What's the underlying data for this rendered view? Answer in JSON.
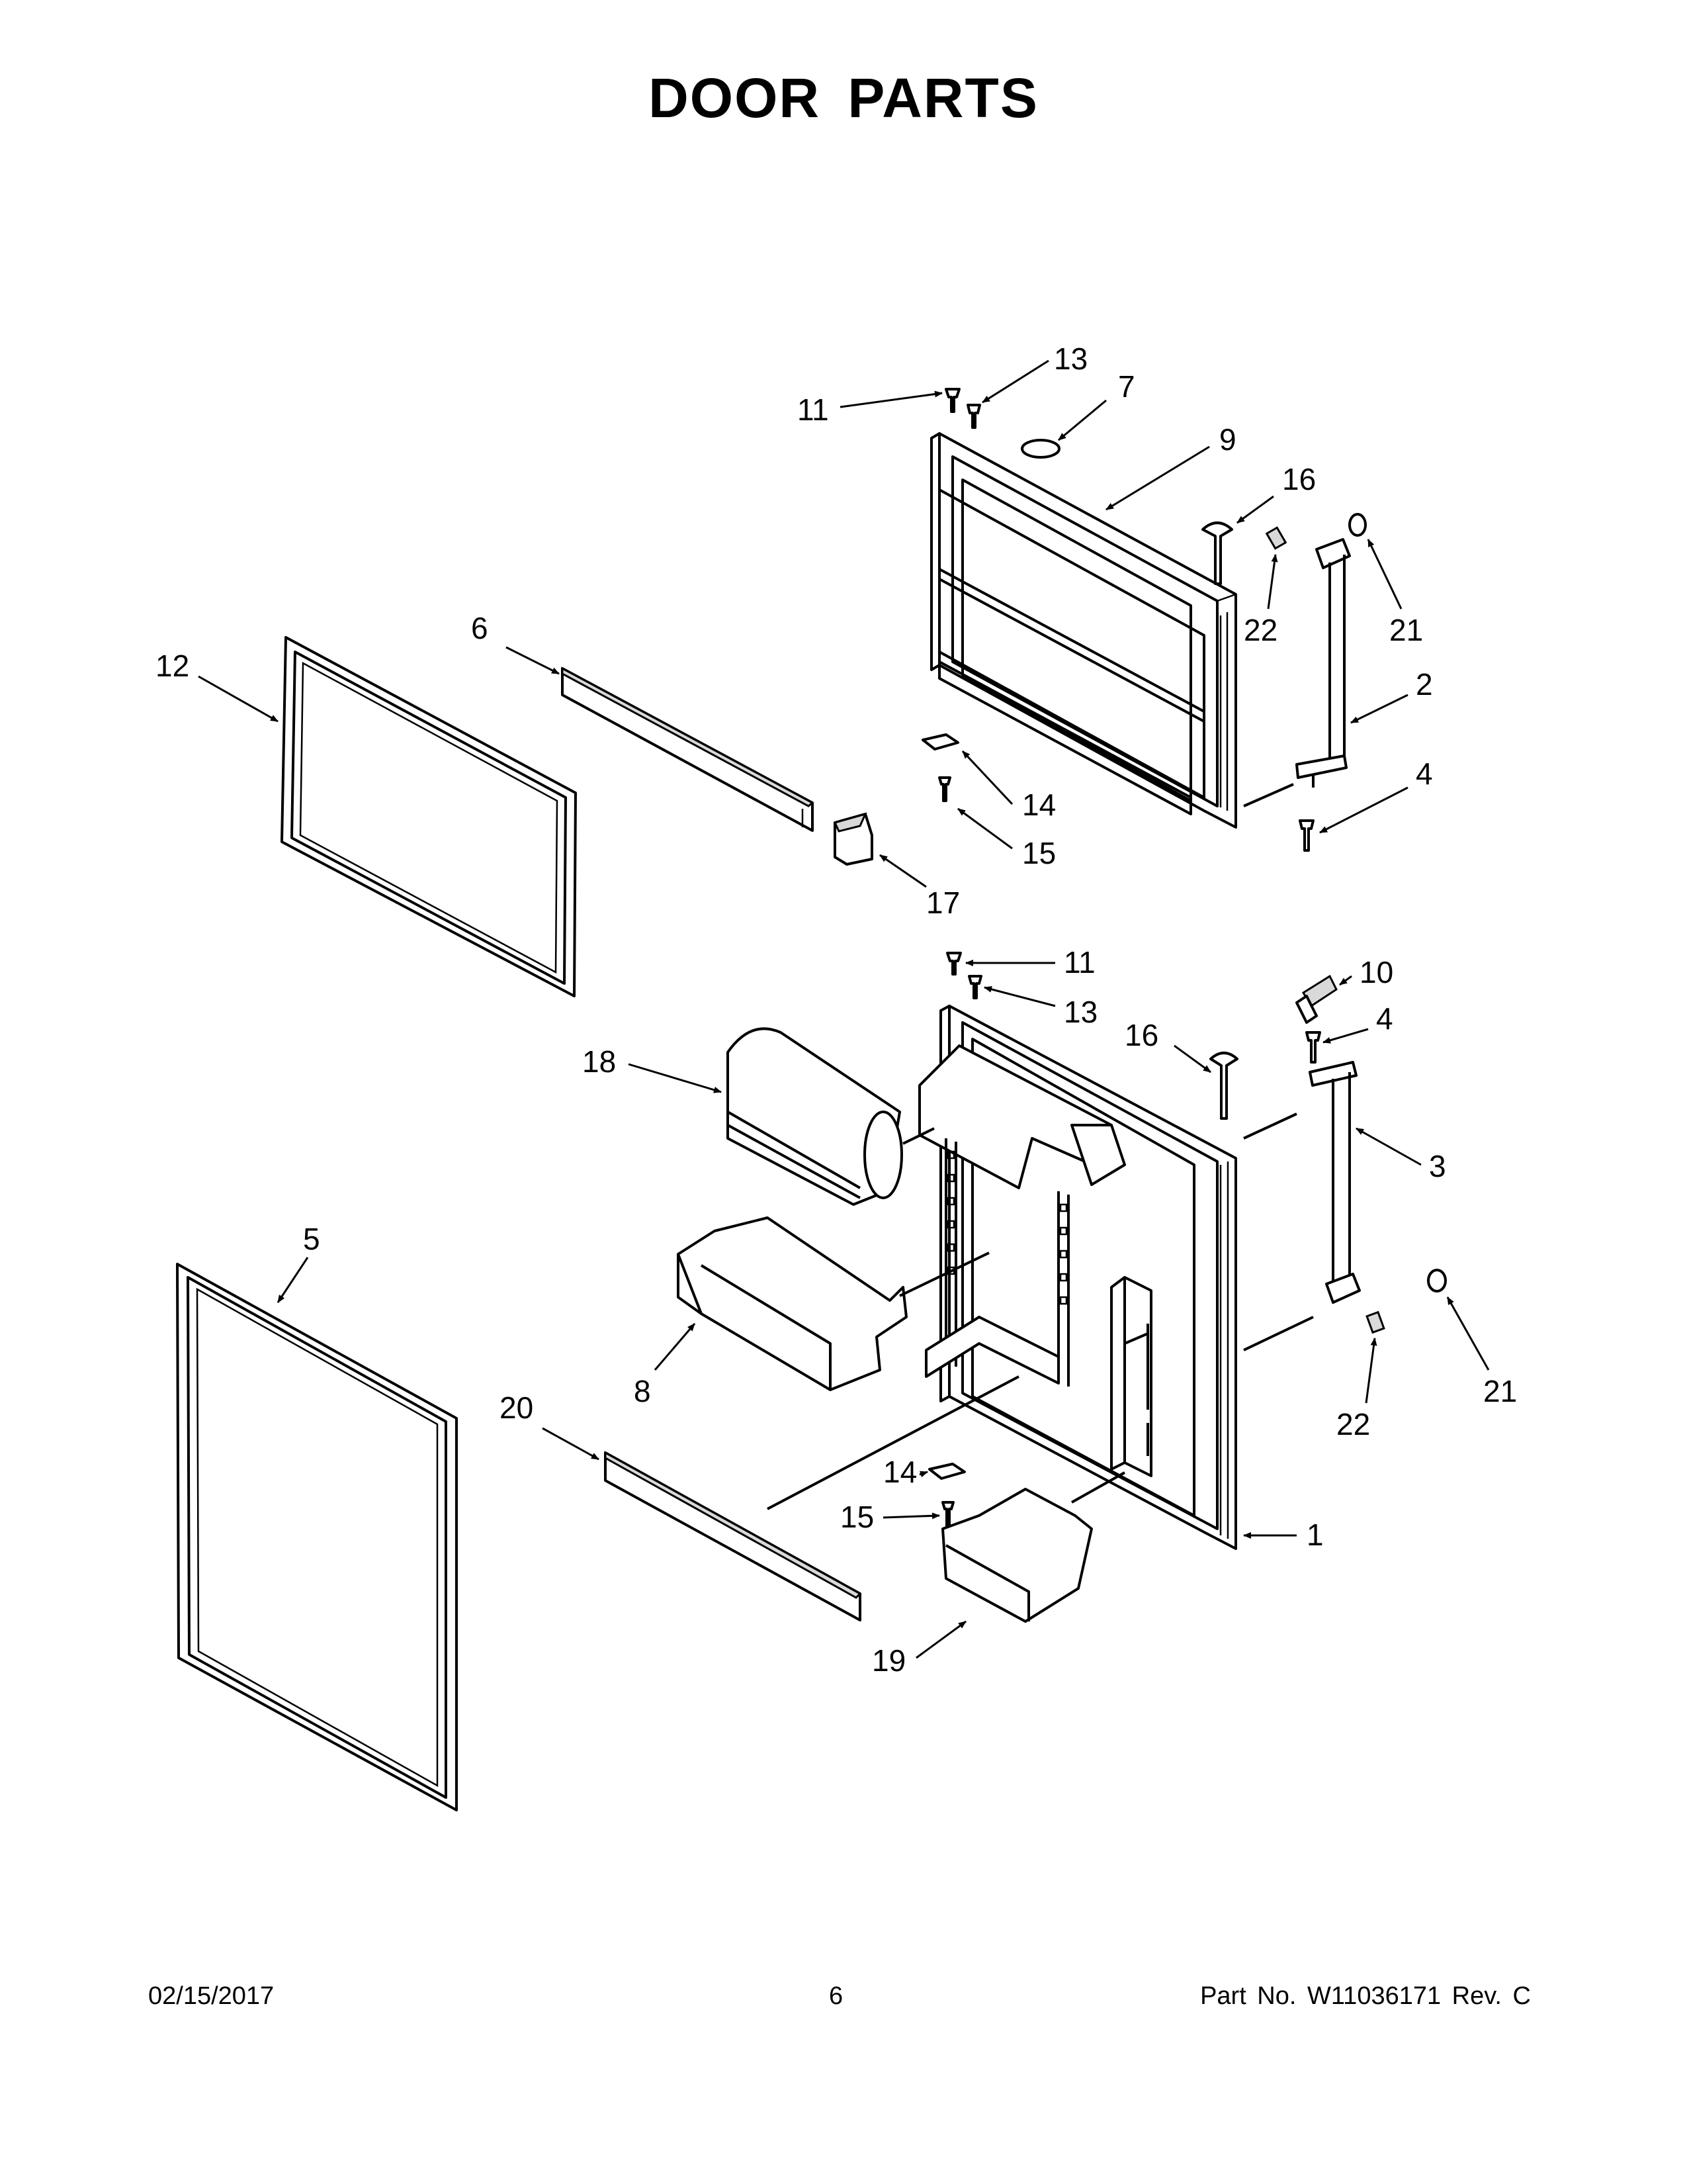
{
  "title": "DOOR PARTS",
  "footer": {
    "date": "02/15/2017",
    "page": "6",
    "part_number": "Part No.  W11036171  Rev.  C"
  },
  "callouts": {
    "c1": "1",
    "c2": "2",
    "c3": "3",
    "c4a": "4",
    "c4b": "4",
    "c5": "5",
    "c6": "6",
    "c7": "7",
    "c8": "8",
    "c9": "9",
    "c10": "10",
    "c11a": "11",
    "c11b": "11",
    "c12": "12",
    "c13a": "13",
    "c13b": "13",
    "c14a": "14",
    "c14b": "14",
    "c15a": "15",
    "c15b": "15",
    "c16a": "16",
    "c16b": "16",
    "c17": "17",
    "c18": "18",
    "c19": "19",
    "c20": "20",
    "c21a": "21",
    "c21b": "21",
    "c22a": "22",
    "c22b": "22"
  }
}
